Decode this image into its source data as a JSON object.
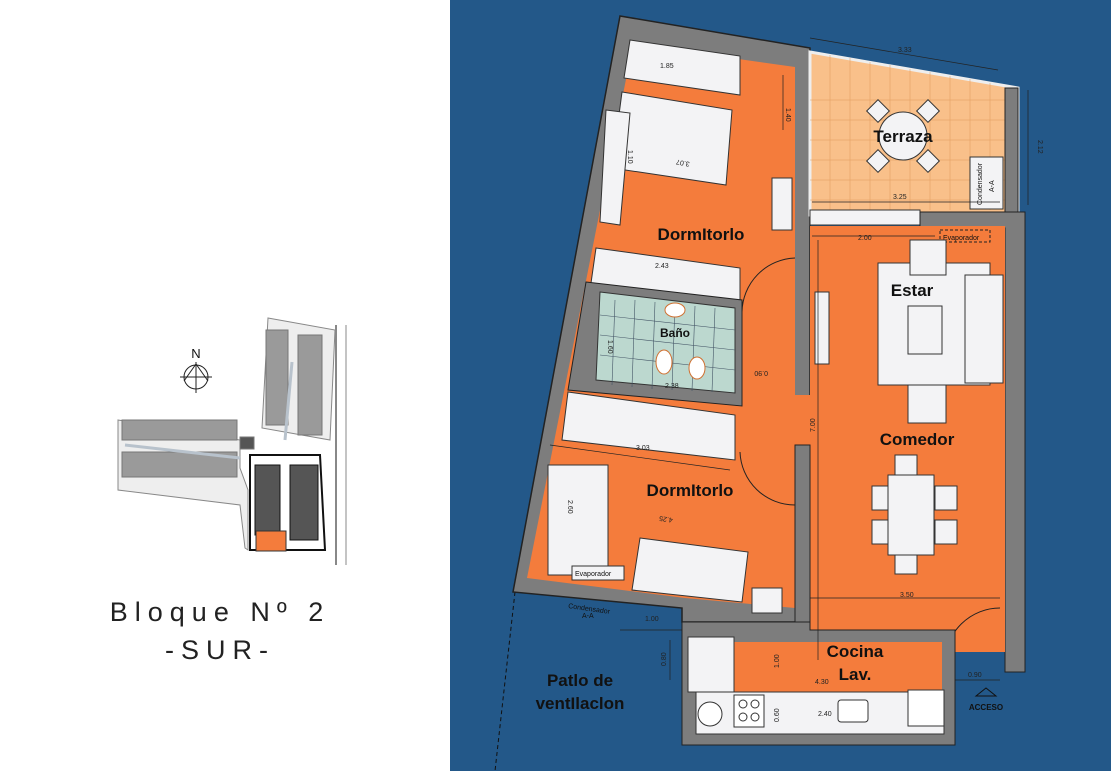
{
  "site_plan": {
    "north_label": "N",
    "block_title": "Bloque Nº 2",
    "block_subtitle": "-SUR-"
  },
  "floor_plan": {
    "rooms": {
      "terraza": "Terraza",
      "dormitorio_1": "DormItorlo",
      "bano": "Baño",
      "dormitorio_2": "DormItorlo",
      "estar": "Estar",
      "comedor": "Comedor",
      "cocina_line1": "Cocina",
      "cocina_line2": "Lav.",
      "patio_line1": "Patlo de",
      "patio_line2": "ventIlaclon"
    },
    "labels": {
      "condensador": "Condensador",
      "aa": "A-A",
      "evaporador": "Evaporador",
      "acceso": "ACCESO"
    },
    "dimensions": {
      "d_1_85": "1.85",
      "d_1_40": "1.40",
      "d_3_07": "3.07",
      "d_1_10": "1.10",
      "d_2_43": "2.43",
      "d_3_33": "3.33",
      "d_2_12": "2.12",
      "d_3_25": "3.25",
      "d_2_00": "2.00",
      "d_1_60": "1.60",
      "d_2_38": "2.38",
      "d_0_90a": "0.90",
      "d_7_00": "7.00",
      "d_3_03": "3.03",
      "d_2_60": "2.60",
      "d_4_25": "4.25",
      "d_3_50": "3.50",
      "d_1_00a": "1.00",
      "d_0_80": "0.80",
      "d_1_00b": "1.00",
      "d_4_30": "4.30",
      "d_0_60": "0.60",
      "d_2_40": "2.40",
      "d_0_90b": "0.90"
    },
    "colors": {
      "background": "#235889",
      "room_fill": "#f47c3c",
      "terrace_fill": "#f9c08a",
      "bath_fill": "#bcd8cf",
      "wall": "#7d7d7d"
    }
  }
}
